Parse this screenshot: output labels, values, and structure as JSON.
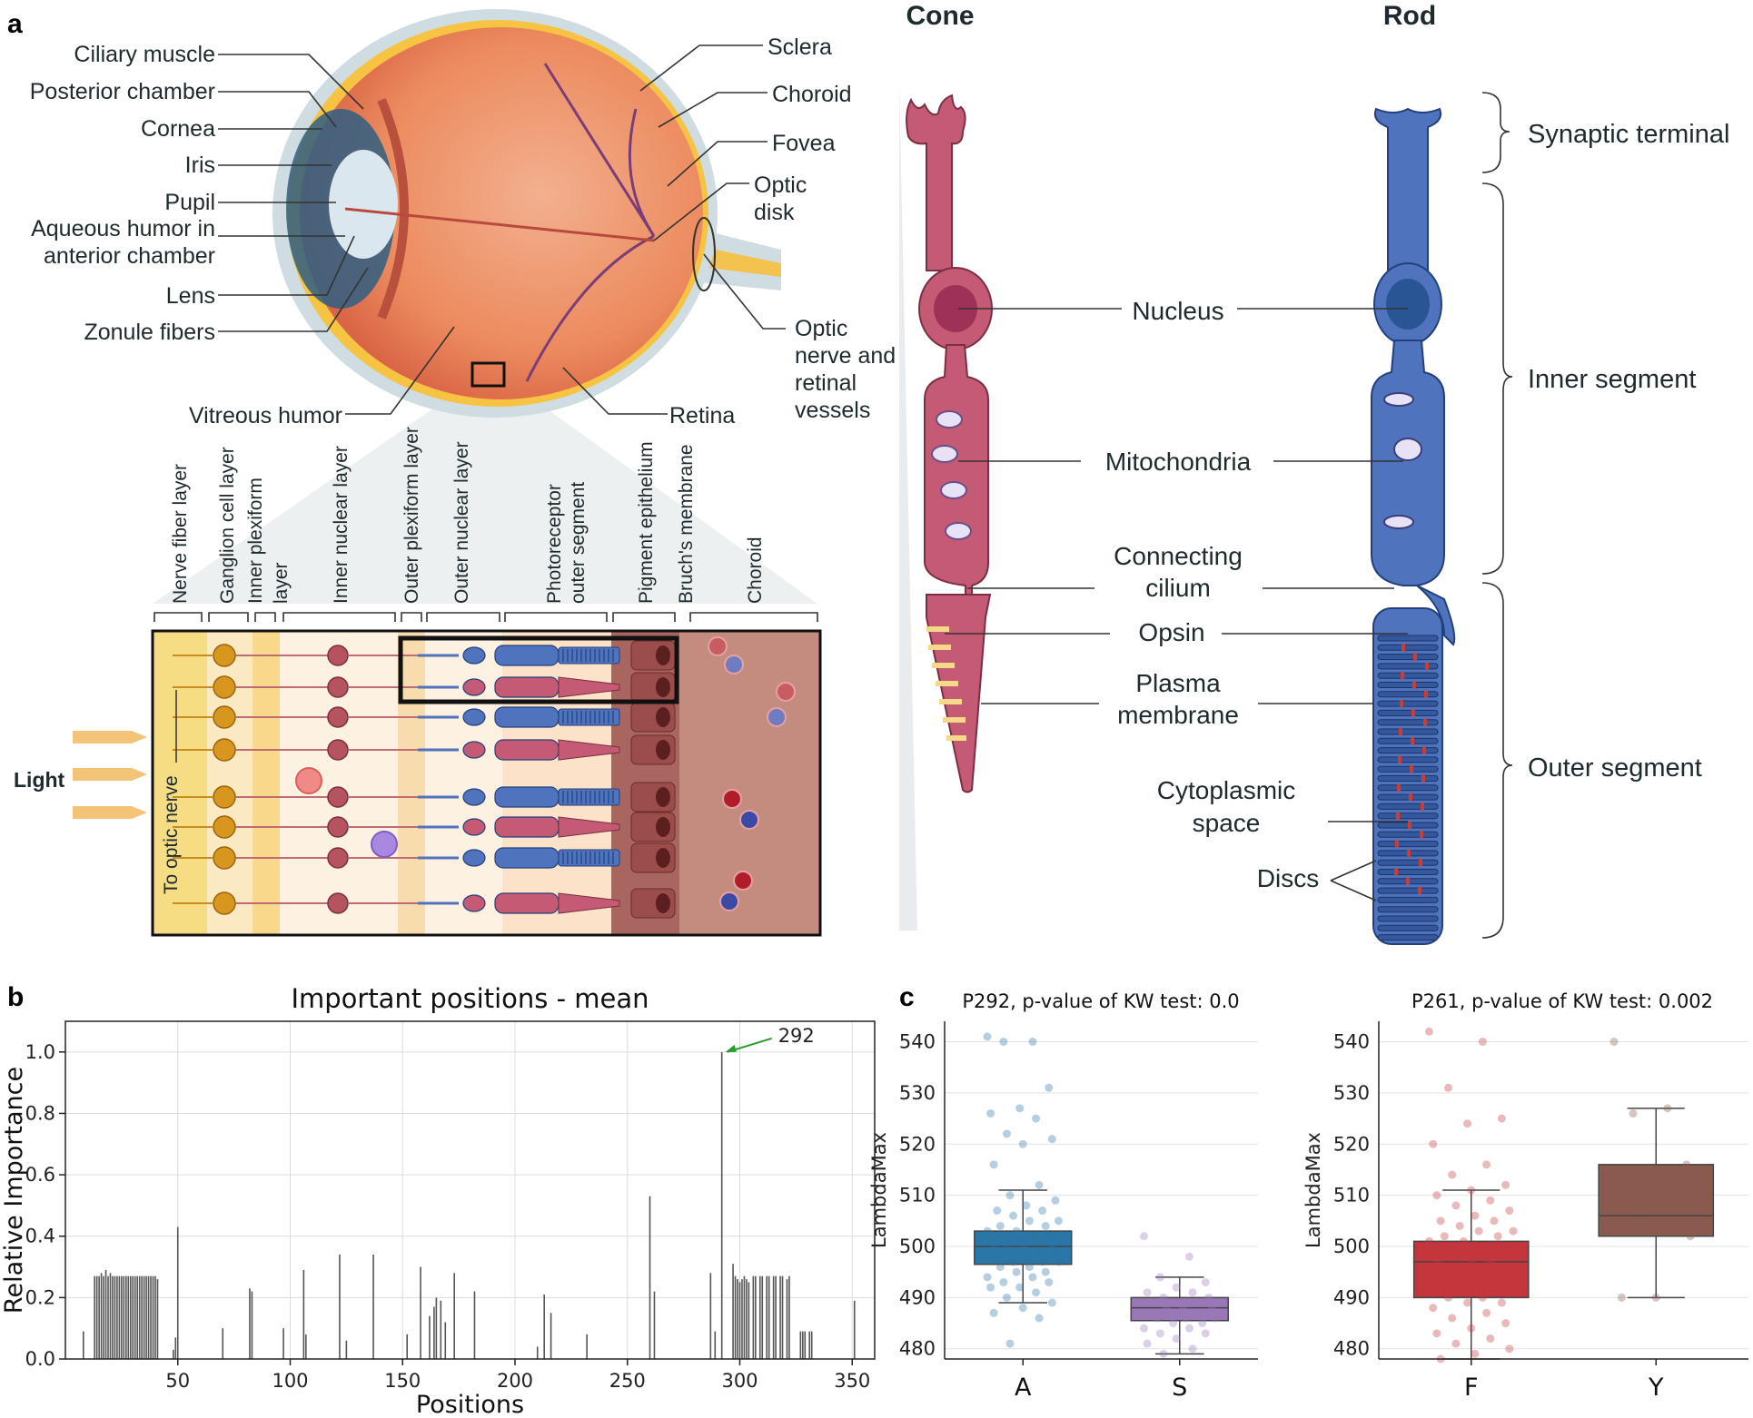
{
  "panel_labels": {
    "a": "a",
    "b": "b",
    "c": "c"
  },
  "eye": {
    "left_labels": [
      "Ciliary muscle",
      "Posterior chamber",
      "Cornea",
      "Iris",
      "Pupil",
      "Aqueous humor in",
      "anterior chamber",
      "Lens",
      "Zonule fibers"
    ],
    "right_labels": [
      "Sclera",
      "Choroid",
      "Fovea",
      "Optic",
      "disk",
      "Optic",
      "nerve and",
      "retinal",
      "vessels"
    ],
    "bottom_labels": [
      "Vitreous humor",
      "Retina"
    ]
  },
  "retina_layers": {
    "labels": [
      "Nerve fiber layer",
      "Ganglion cell layer",
      "Inner plexiform",
      "layer",
      "Inner nuclear layer",
      "Outer plexiform layer",
      "Outer nuclear layer",
      "Photoreceptor",
      "outer segment",
      "Pigment epithelium",
      "Bruch's membrane",
      "Choroid"
    ],
    "light_label": "Light",
    "optic_nerve_label": "To optic nerve"
  },
  "photoreceptors": {
    "cone_title": "Cone",
    "rod_title": "Rod",
    "parts": [
      "Nucleus",
      "Mitochondria",
      "Connecting",
      "cilium",
      "Opsin",
      "Plasma",
      "membrane",
      "Cytoplasmic",
      "space",
      "Discs"
    ],
    "segments": [
      "Synaptic terminal",
      "Inner segment",
      "Outer segment"
    ],
    "colors": {
      "cone": "#c45a73",
      "rod": "#4f73bd"
    }
  },
  "chart_data": [
    {
      "type": "bar",
      "title": "Important positions - mean",
      "xlabel": "Positions",
      "ylabel": "Relative Importance",
      "xlim": [
        0,
        360
      ],
      "ylim": [
        0,
        1.1
      ],
      "xticks": [
        50,
        100,
        150,
        200,
        250,
        300,
        350
      ],
      "yticks": [
        0.0,
        0.2,
        0.4,
        0.6,
        0.8,
        1.0
      ],
      "annotation": {
        "text": "292",
        "x": 292,
        "y": 1.0
      },
      "series": [
        {
          "color": "#555555",
          "points": [
            [
              8,
              0.09
            ],
            [
              13,
              0.27
            ],
            [
              14,
              0.27
            ],
            [
              15,
              0.27
            ],
            [
              16,
              0.28
            ],
            [
              17,
              0.27
            ],
            [
              18,
              0.29
            ],
            [
              19,
              0.27
            ],
            [
              20,
              0.28
            ],
            [
              21,
              0.27
            ],
            [
              22,
              0.27
            ],
            [
              23,
              0.27
            ],
            [
              24,
              0.27
            ],
            [
              25,
              0.27
            ],
            [
              26,
              0.27
            ],
            [
              27,
              0.27
            ],
            [
              28,
              0.27
            ],
            [
              29,
              0.27
            ],
            [
              30,
              0.27
            ],
            [
              31,
              0.27
            ],
            [
              32,
              0.27
            ],
            [
              33,
              0.27
            ],
            [
              34,
              0.27
            ],
            [
              35,
              0.27
            ],
            [
              36,
              0.27
            ],
            [
              37,
              0.27
            ],
            [
              38,
              0.27
            ],
            [
              39,
              0.27
            ],
            [
              40,
              0.27
            ],
            [
              41,
              0.26
            ],
            [
              48,
              0.03
            ],
            [
              49,
              0.07
            ],
            [
              50,
              0.43
            ],
            [
              70,
              0.1
            ],
            [
              82,
              0.23
            ],
            [
              83,
              0.22
            ],
            [
              97,
              0.1
            ],
            [
              106,
              0.29
            ],
            [
              107,
              0.08
            ],
            [
              122,
              0.34
            ],
            [
              125,
              0.06
            ],
            [
              137,
              0.34
            ],
            [
              152,
              0.08
            ],
            [
              158,
              0.3
            ],
            [
              162,
              0.14
            ],
            [
              164,
              0.17
            ],
            [
              165,
              0.2
            ],
            [
              167,
              0.19
            ],
            [
              169,
              0.12
            ],
            [
              173,
              0.28
            ],
            [
              182,
              0.22
            ],
            [
              213,
              0.21
            ],
            [
              216,
              0.15
            ],
            [
              210,
              0.04
            ],
            [
              232,
              0.08
            ],
            [
              260,
              0.53
            ],
            [
              262,
              0.22
            ],
            [
              287,
              0.28
            ],
            [
              289,
              0.09
            ],
            [
              292,
              1.0
            ],
            [
              297,
              0.31
            ],
            [
              298,
              0.27
            ],
            [
              299,
              0.26
            ],
            [
              300,
              0.25
            ],
            [
              301,
              0.26
            ],
            [
              302,
              0.27
            ],
            [
              303,
              0.26
            ],
            [
              304,
              0.25
            ],
            [
              306,
              0.27
            ],
            [
              307,
              0.27
            ],
            [
              309,
              0.27
            ],
            [
              310,
              0.27
            ],
            [
              312,
              0.27
            ],
            [
              313,
              0.27
            ],
            [
              315,
              0.27
            ],
            [
              316,
              0.27
            ],
            [
              318,
              0.27
            ],
            [
              319,
              0.27
            ],
            [
              321,
              0.26
            ],
            [
              322,
              0.27
            ],
            [
              327,
              0.09
            ],
            [
              328,
              0.09
            ],
            [
              329,
              0.09
            ],
            [
              331,
              0.09
            ],
            [
              332,
              0.09
            ],
            [
              351,
              0.19
            ]
          ]
        }
      ]
    },
    {
      "type": "box",
      "title": "P292, p-value of KW test: 0.0",
      "ylabel": "LambdaMax",
      "categories": [
        "A",
        "S"
      ],
      "ylim": [
        478,
        544
      ],
      "yticks": [
        480,
        490,
        500,
        510,
        520,
        530,
        540
      ],
      "colors": [
        "#2a76a7",
        "#9a78b8"
      ],
      "boxes": [
        {
          "whislo": 489,
          "q1": 496.5,
          "med": 500,
          "q3": 503,
          "whishi": 511
        },
        {
          "whislo": 479,
          "q1": 485.5,
          "med": 488,
          "q3": 490,
          "whishi": 494
        }
      ],
      "points": [
        [
          541,
          540,
          540,
          531,
          527,
          526,
          525,
          522,
          521,
          520,
          516,
          512,
          510,
          509,
          508,
          507,
          507,
          506,
          505,
          505,
          504,
          504,
          503,
          503,
          502,
          502,
          502,
          501,
          501,
          501,
          500,
          500,
          500,
          500,
          499,
          499,
          499,
          498,
          498,
          497,
          497,
          497,
          496,
          496,
          495,
          495,
          494,
          494,
          493,
          493,
          492,
          492,
          491,
          490,
          489,
          488,
          487,
          486,
          481
        ],
        [
          502,
          498,
          494,
          493,
          492,
          491,
          491,
          490,
          490,
          489,
          489,
          489,
          488,
          488,
          488,
          487,
          487,
          487,
          486,
          486,
          486,
          485,
          485,
          484,
          484,
          483,
          483,
          482,
          481,
          480,
          479
        ]
      ]
    },
    {
      "type": "box",
      "title": "P261, p-value of KW test: 0.002",
      "ylabel": "LambdaMax",
      "categories": [
        "F",
        "Y"
      ],
      "ylim": [
        478,
        544
      ],
      "yticks": [
        480,
        490,
        500,
        510,
        520,
        530,
        540
      ],
      "colors": [
        "#c4363c",
        "#8b5a4e"
      ],
      "boxes": [
        {
          "whislo": 478,
          "q1": 490,
          "med": 497,
          "q3": 501,
          "whishi": 511
        },
        {
          "whislo": 490,
          "q1": 502,
          "med": 506,
          "q3": 516,
          "whishi": 527
        }
      ],
      "points": [
        [
          542,
          540,
          531,
          525,
          524,
          520,
          516,
          514,
          512,
          511,
          510,
          509,
          508,
          507,
          506,
          505,
          505,
          504,
          503,
          503,
          502,
          502,
          501,
          501,
          500,
          500,
          500,
          499,
          499,
          499,
          498,
          498,
          497,
          497,
          497,
          496,
          496,
          495,
          495,
          494,
          494,
          493,
          493,
          492,
          492,
          491,
          491,
          490,
          490,
          489,
          489,
          488,
          487,
          486,
          485,
          484,
          483,
          482,
          481,
          480,
          479,
          478
        ],
        [
          540,
          527,
          526,
          516,
          512,
          509,
          507,
          505,
          502,
          490,
          490
        ]
      ]
    }
  ]
}
